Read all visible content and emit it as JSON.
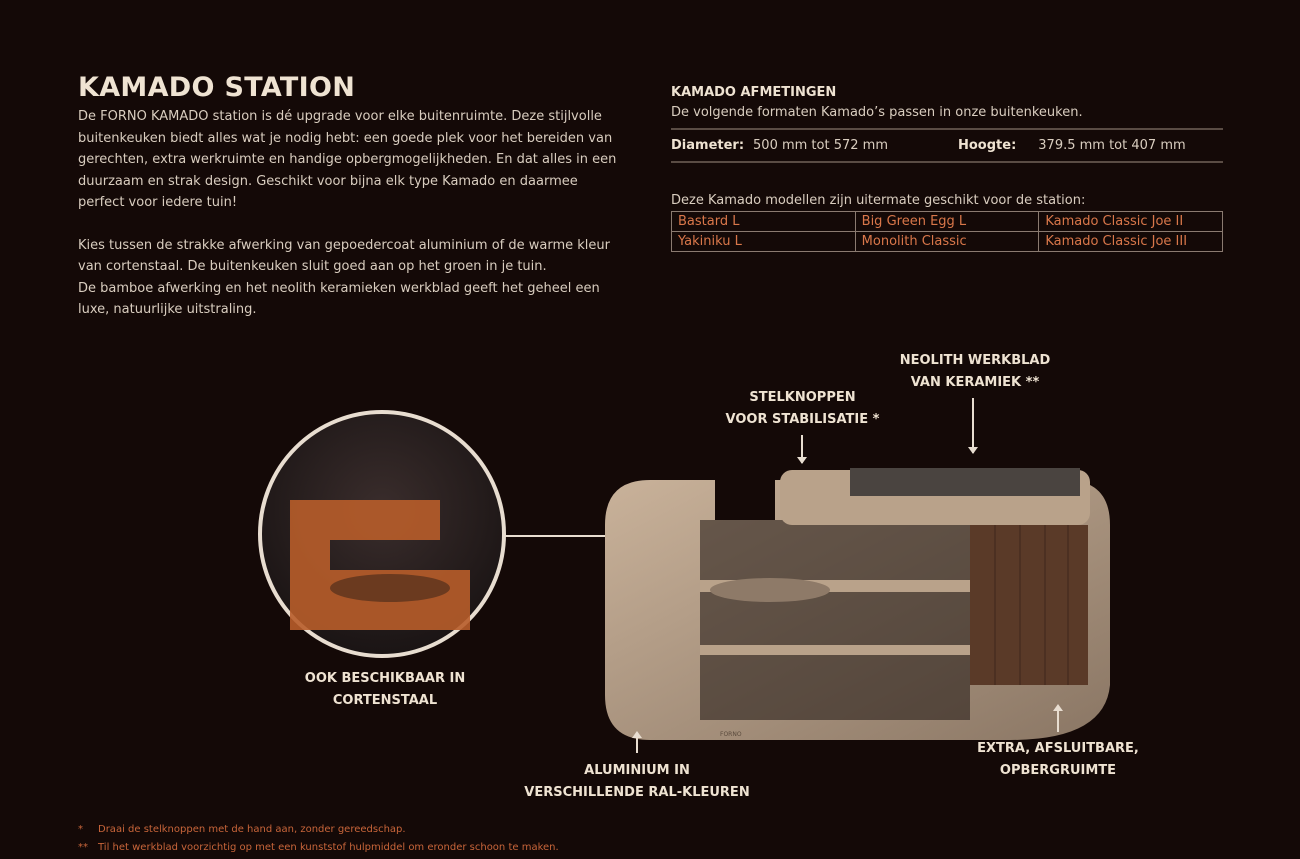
{
  "title": "KAMADO STATION",
  "intro": [
    "De FORNO KAMADO station is dé upgrade voor elke buitenruimte. Deze stijlvolle buitenkeuken biedt alles wat je nodig hebt: een goede plek voor het bereiden van gerechten, extra werkruimte en handige opbergmogelijkheden. En dat alles in een duurzaam en strak design. Geschikt voor bijna elk type Kamado en daarmee perfect voor iedere tuin!",
    "Kies tussen de strakke afwerking van gepoedercoat aluminium of de warme kleur van cortenstaal. De buitenkeuken sluit goed aan op het groen in je tuin.",
    "De bamboe afwerking en het neolith keramieken werkblad geeft het geheel een luxe, natuurlijke uitstraling."
  ],
  "dimensions": {
    "title": "KAMADO AFMETINGEN",
    "subtitle": "De volgende formaten Kamado’s passen in onze buitenkeuken.",
    "diameter_label": "Diameter:",
    "diameter_value": "500 mm tot 572 mm",
    "height_label": "Hoogte:",
    "height_value": "379.5 mm tot 407 mm",
    "fit_text": "Deze Kamado modellen zijn uitermate geschikt voor de station:",
    "models": [
      [
        "Bastard L",
        "Big Green Egg L",
        "Kamado Classic Joe II"
      ],
      [
        "Yakiniku L",
        "Monolith Classic",
        "Kamado Classic Joe III"
      ]
    ]
  },
  "labels": {
    "werkblad": [
      "NEOLITH WERKBLAD",
      "VAN KERAMIEK **"
    ],
    "stelknoppen": [
      "STELKNOPPEN",
      "VOOR STABILISATIE *"
    ],
    "corten": [
      "OOK BESCHIKBAAR IN",
      "CORTENSTAAL"
    ],
    "aluminium": [
      "ALUMINIUM IN",
      "VERSCHILLENDE RAL-KLEUREN"
    ],
    "opberg": [
      "EXTRA, AFSLUITBARE,",
      "OPBERGRUIMTE"
    ]
  },
  "footnotes": [
    {
      "mark": "*",
      "text": "Draai de stelknoppen met de hand aan, zonder gereedschap."
    },
    {
      "mark": "**",
      "text": "Til het werkblad voorzichtig op met een kunststof hulpmiddel om eronder schoon te maken."
    }
  ],
  "brand_mark": "FORNO"
}
